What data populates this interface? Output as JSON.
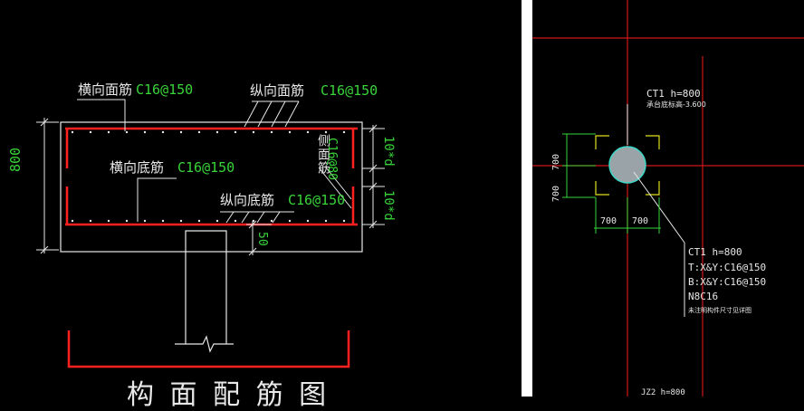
{
  "colors": {
    "background": "#000000",
    "rebar_red": "#ff2020",
    "outline_white": "#e8e8e8",
    "dimension_green": "#39d43a",
    "axis_red": "#d01818",
    "leader_yellow": "#e0e020",
    "pile_fill": "#9aa4a8",
    "pile_edge": "#3ad8c8"
  },
  "section_detail": {
    "transverse_top_label": "横向面筋",
    "transverse_top_spec": "C16@150",
    "longitudinal_top_label": "纵向面筋",
    "longitudinal_top_spec": "C16@150",
    "transverse_bottom_label": "横向底筋",
    "transverse_bottom_spec": "C16@150",
    "longitudinal_bottom_label": "纵向底筋",
    "longitudinal_bottom_spec": "C16@150",
    "side_bar_label": "侧面筋",
    "side_bar_spec": "C16@80",
    "height_dim": "800",
    "anchor_top_dim": "10*d",
    "anchor_bottom_dim": "10*d",
    "cover_dim": "50",
    "title_partial": "构 面 配 筋 图"
  },
  "plan_detail": {
    "cap_header_name": "CT1 h=800",
    "cap_header_elevation": "承台底标高-3.600",
    "dim_vertical_top": "700",
    "dim_vertical_bottom": "700",
    "dim_horizontal_left": "700",
    "dim_horizontal_right": "700",
    "cap_note_line1": "CT1 h=800",
    "cap_note_line2": "T:X&Y:C16@150",
    "cap_note_line3": "B:X&Y:C16@150",
    "cap_note_line4": "N8C16",
    "cap_note_line5": "未注明构件尺寸见详图",
    "bottom_partial": "JZ2 h=800"
  }
}
